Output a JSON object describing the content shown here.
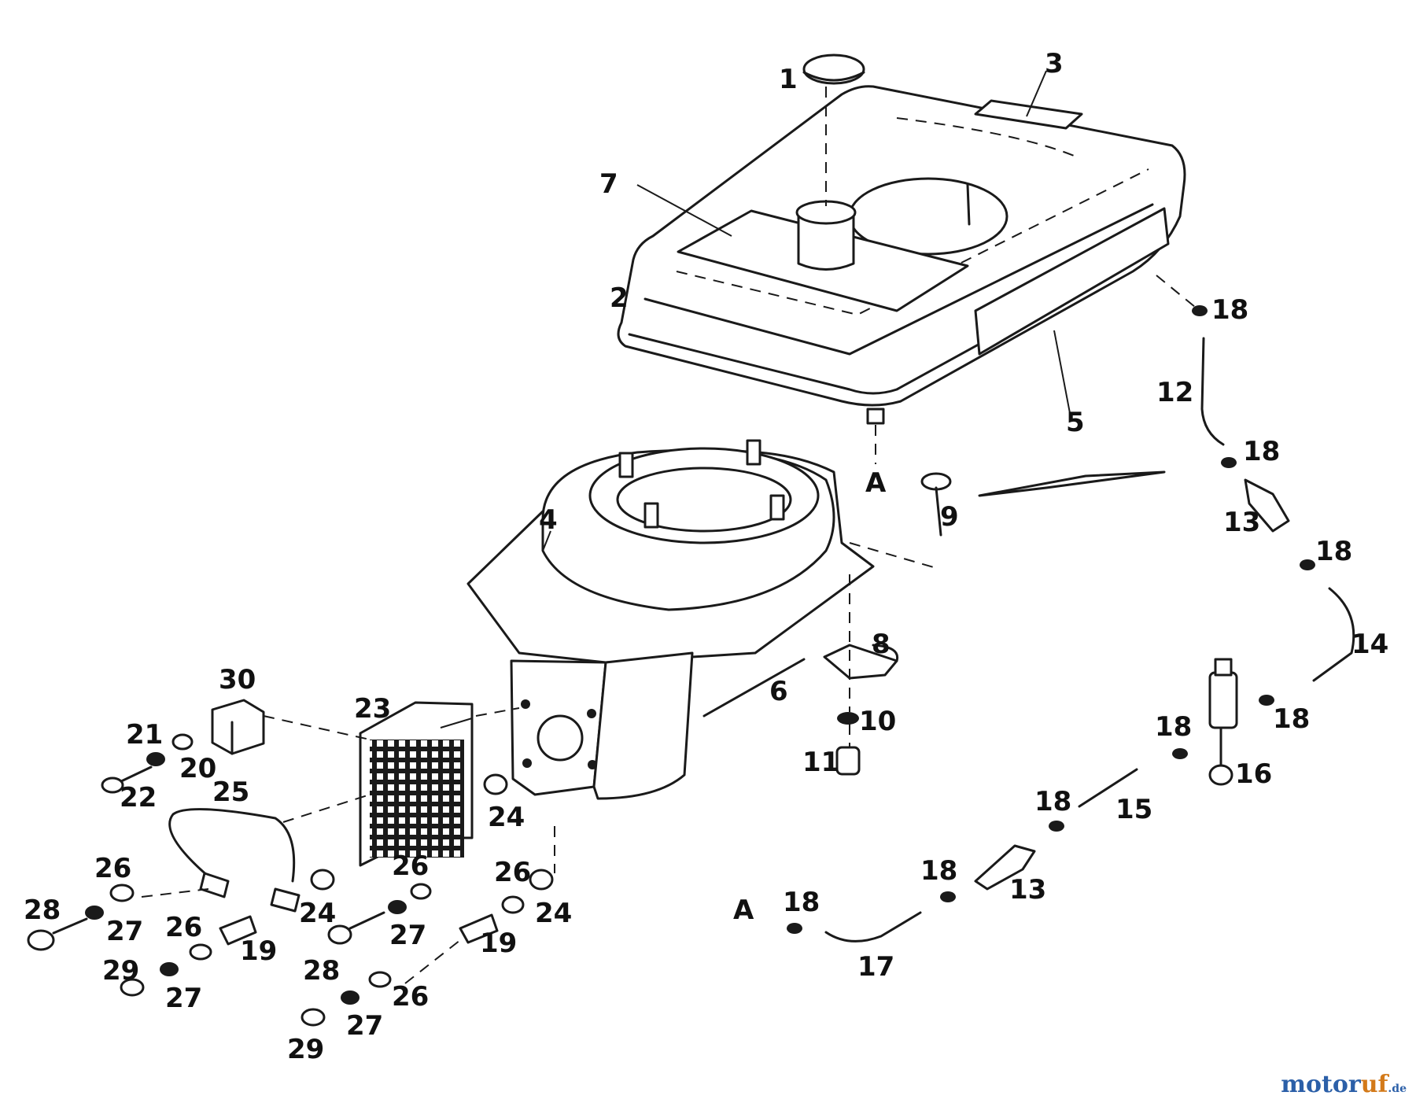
{
  "callouts": {
    "c1": "1",
    "c2": "2",
    "c3": "3",
    "c4": "4",
    "c5": "5",
    "c6": "6",
    "c7": "7",
    "c8": "8",
    "c9": "9",
    "c10": "10",
    "c11": "11",
    "c12": "12",
    "c13a": "13",
    "c13b": "13",
    "c14": "14",
    "c15": "15",
    "c16": "16",
    "c17": "17",
    "c18a": "18",
    "c18b": "18",
    "c18c": "18",
    "c18d": "18",
    "c18e": "18",
    "c18f": "18",
    "c18g": "18",
    "c18h": "18",
    "c19a": "19",
    "c19b": "19",
    "c20": "20",
    "c21": "21",
    "c22": "22",
    "c23": "23",
    "c24a": "24",
    "c24b": "24",
    "c24c": "24",
    "c25": "25",
    "c26a": "26",
    "c26b": "26",
    "c26c": "26",
    "c26d": "26",
    "c26e": "26",
    "c27a": "27",
    "c27b": "27",
    "c27c": "27",
    "c27d": "27",
    "c28a": "28",
    "c28b": "28",
    "c29a": "29",
    "c29b": "29",
    "c30": "30",
    "cA1": "A",
    "cA2": "A"
  },
  "watermark": {
    "part1": "motor",
    "part2": "uf",
    "suffix": ".de"
  }
}
